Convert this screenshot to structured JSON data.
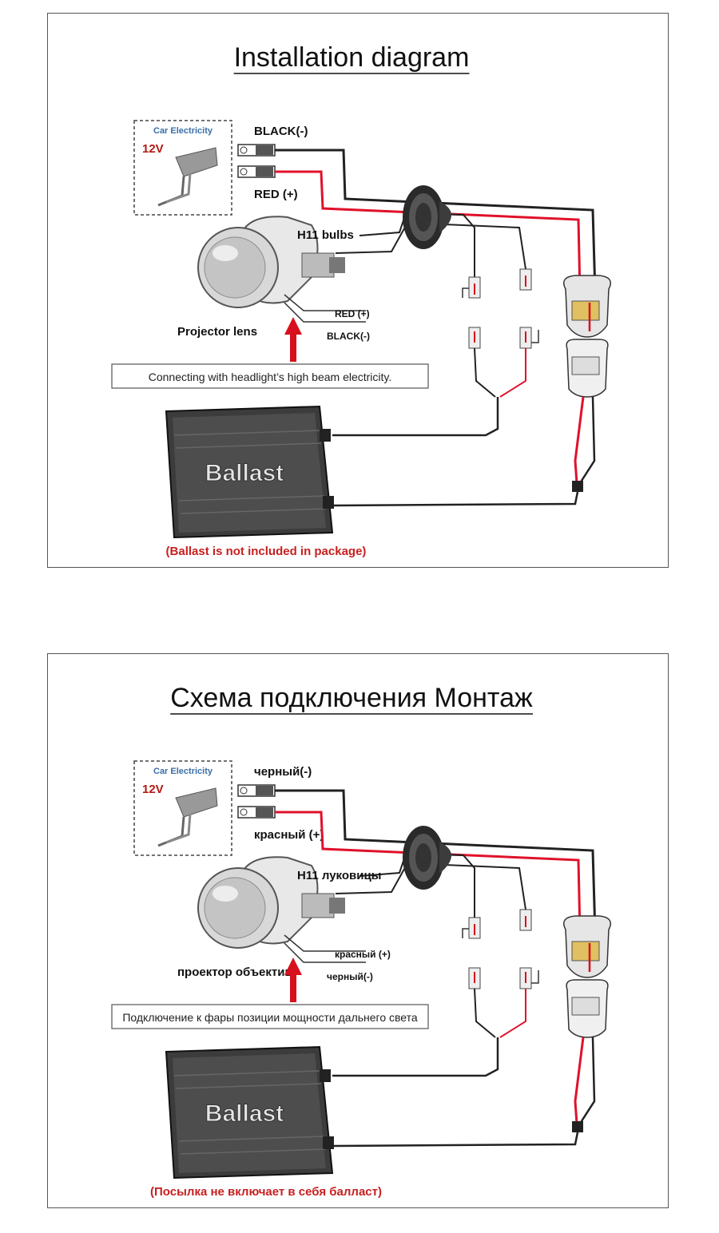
{
  "panels": [
    {
      "title": "Installation diagram",
      "car_electricity": "Car Electricity",
      "voltage": "12V",
      "black_label": "BLACK(-)",
      "red_label": "RED (+)",
      "bulbs_label": "H11 bulbs",
      "lens_red_label": "RED (+)",
      "lens_black_label": "BLACK(-)",
      "lens_label": "Projector lens",
      "connect_note": "Connecting with headlight’s high beam electricity.",
      "ballast_label": "Ballast",
      "ballast_note": "(Ballast is not included in package)"
    },
    {
      "title": "Схема подключения Монтаж",
      "car_electricity": "Car Electricity",
      "voltage": "12V",
      "black_label": "черный(-)",
      "red_label": "красный (+)",
      "bulbs_label": "H11 луковицы",
      "lens_red_label": "красный (+)",
      "lens_black_label": "черный(-)",
      "lens_label": "проектор объектив",
      "connect_note": "Подключение к фары позиции мощности дальнего света",
      "ballast_label": "Ballast",
      "ballast_note": "(Посылка не включает в себя балласт)"
    }
  ],
  "colors": {
    "wire_red": "#e0112b",
    "wire_black": "#222222",
    "arrow_red": "#d8101e",
    "note_red": "#c62020"
  }
}
